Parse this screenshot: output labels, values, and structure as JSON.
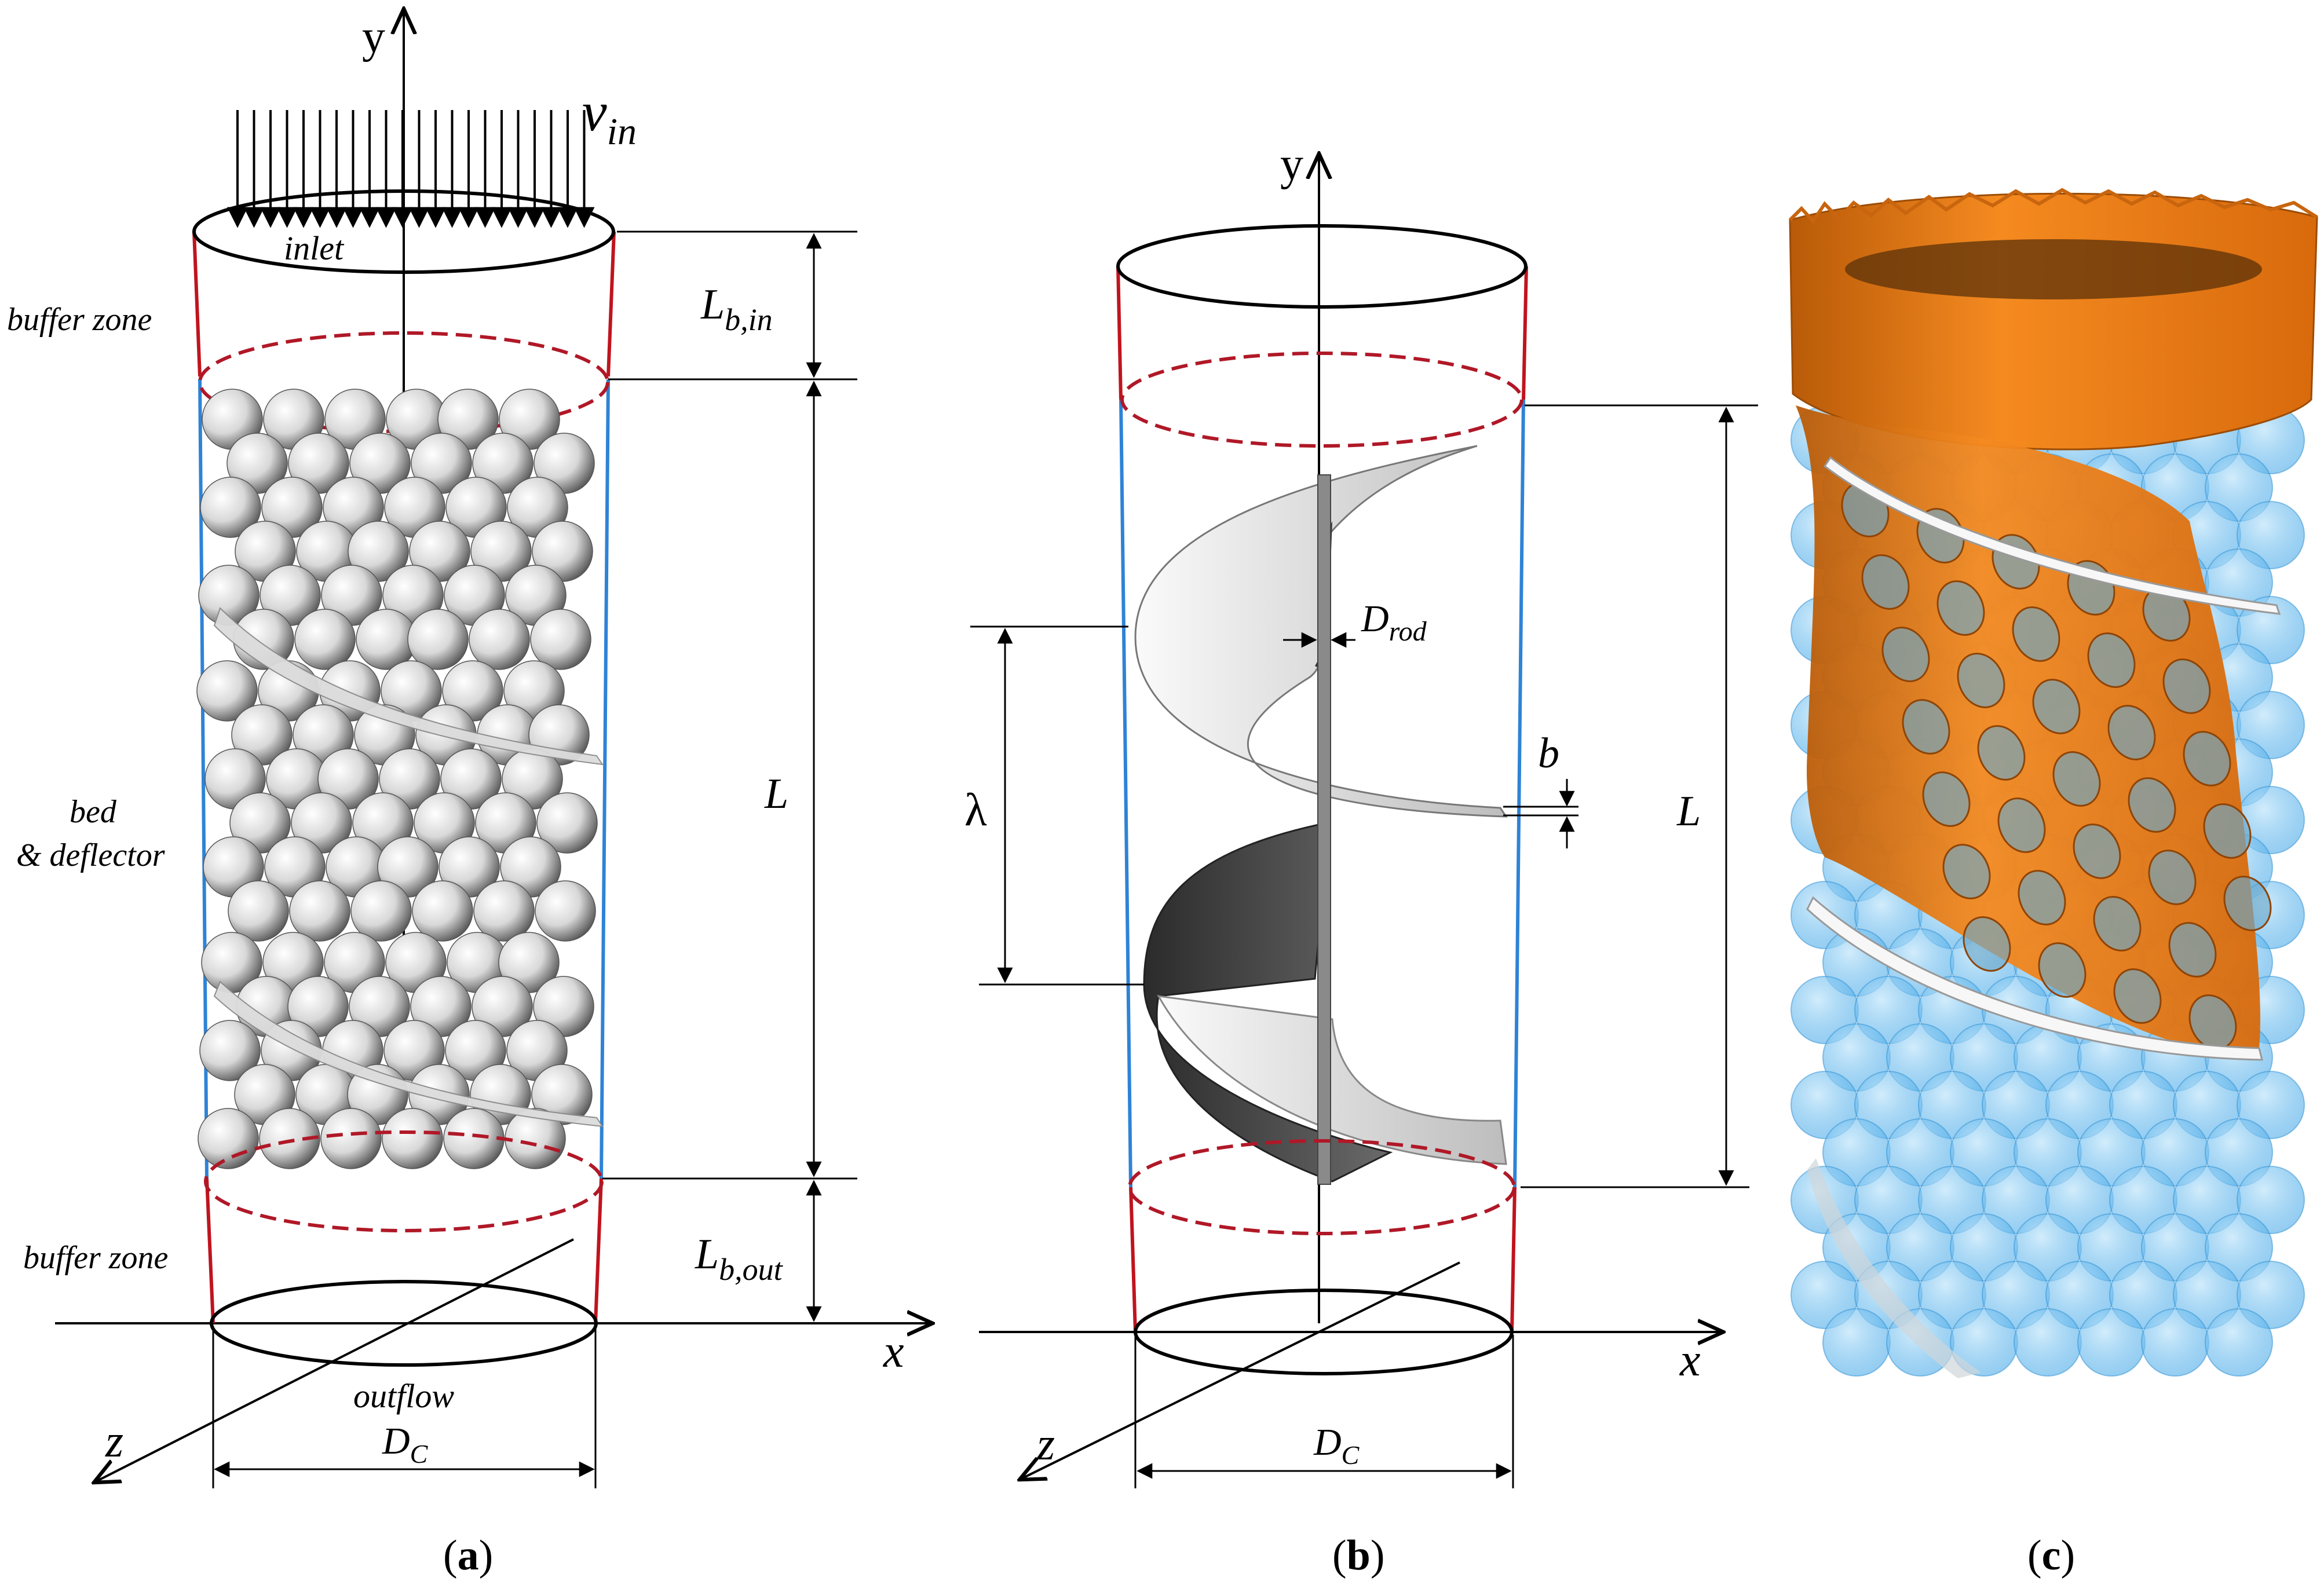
{
  "panel_a": {
    "axis_y": "y",
    "axis_x": "x",
    "axis_z": "z",
    "v_main": "v",
    "v_sub": "in",
    "inlet": "inlet",
    "outflow": "outflow",
    "buffer_zone_top": "buffer zone",
    "buffer_zone_bottom": "buffer zone",
    "bed_line1": "bed",
    "bed_line2": "& deflector",
    "L_b_main": "L",
    "L_b_in_sub": "b,in",
    "L_b_out_sub": "b,out",
    "L_main": "L",
    "Dc_main": "D",
    "Dc_sub": "C",
    "caption_open": "(",
    "caption_letter": "a",
    "caption_close": ")"
  },
  "panel_b": {
    "axis_y": "y",
    "axis_x": "x",
    "axis_z": "z",
    "lambda": "λ",
    "D_rod_main": "D",
    "D_rod_sub": "rod",
    "b": "b",
    "L_main": "L",
    "Dc_main": "D",
    "Dc_sub": "C",
    "caption_open": "(",
    "caption_letter": "b",
    "caption_close": ")"
  },
  "panel_c": {
    "caption_open": "(",
    "caption_letter": "c",
    "caption_close": ")"
  },
  "colors": {
    "wall_blue": "#2e83d6",
    "buffer_red": "#c0141e",
    "dashed_red": "#b01827",
    "sphere_gray": "#9a9a9a",
    "orange_flow": "#f07b14",
    "blue_spheres": "#4fb0ec"
  }
}
